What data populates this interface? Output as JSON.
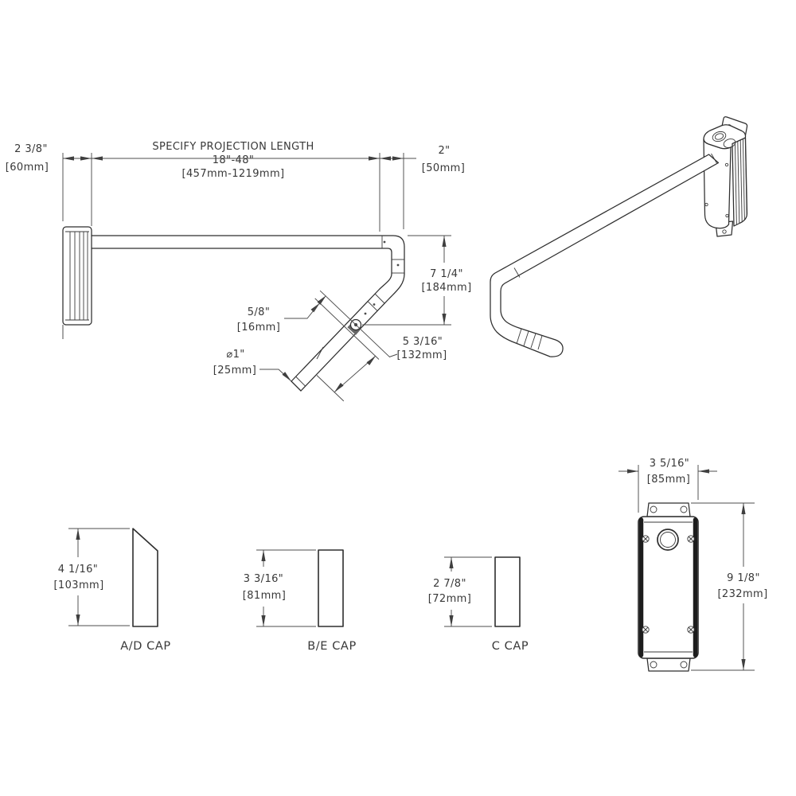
{
  "side_view": {
    "plate_width_in": "2 3/8\"",
    "plate_width_mm": "[60mm]",
    "projection_title": "SPECIFY PROJECTION LENGTH",
    "projection_range_in": "18\"-48\"",
    "projection_range_mm": "[457mm-1219mm]",
    "end_in": "2\"",
    "end_mm": "[50mm]",
    "drop_in": "7 1/4\"",
    "drop_mm": "[184mm]",
    "clamp_in": "5/8\"",
    "clamp_mm": "[16mm]",
    "dia_in": "⌀1\"",
    "dia_mm": "[25mm]",
    "lower_in": "5 3/16\"",
    "lower_mm": "[132mm]"
  },
  "caps": [
    {
      "label": "A/D CAP",
      "height_in": "4 1/16\"",
      "height_mm": "[103mm]"
    },
    {
      "label": "B/E CAP",
      "height_in": "3 3/16\"",
      "height_mm": "[81mm]"
    },
    {
      "label": "C CAP",
      "height_in": "2 7/8\"",
      "height_mm": "[72mm]"
    }
  ],
  "rear_view": {
    "width_in": "3 5/16\"",
    "width_mm": "[85mm]",
    "height_in": "9 1/8\"",
    "height_mm": "[232mm]"
  }
}
